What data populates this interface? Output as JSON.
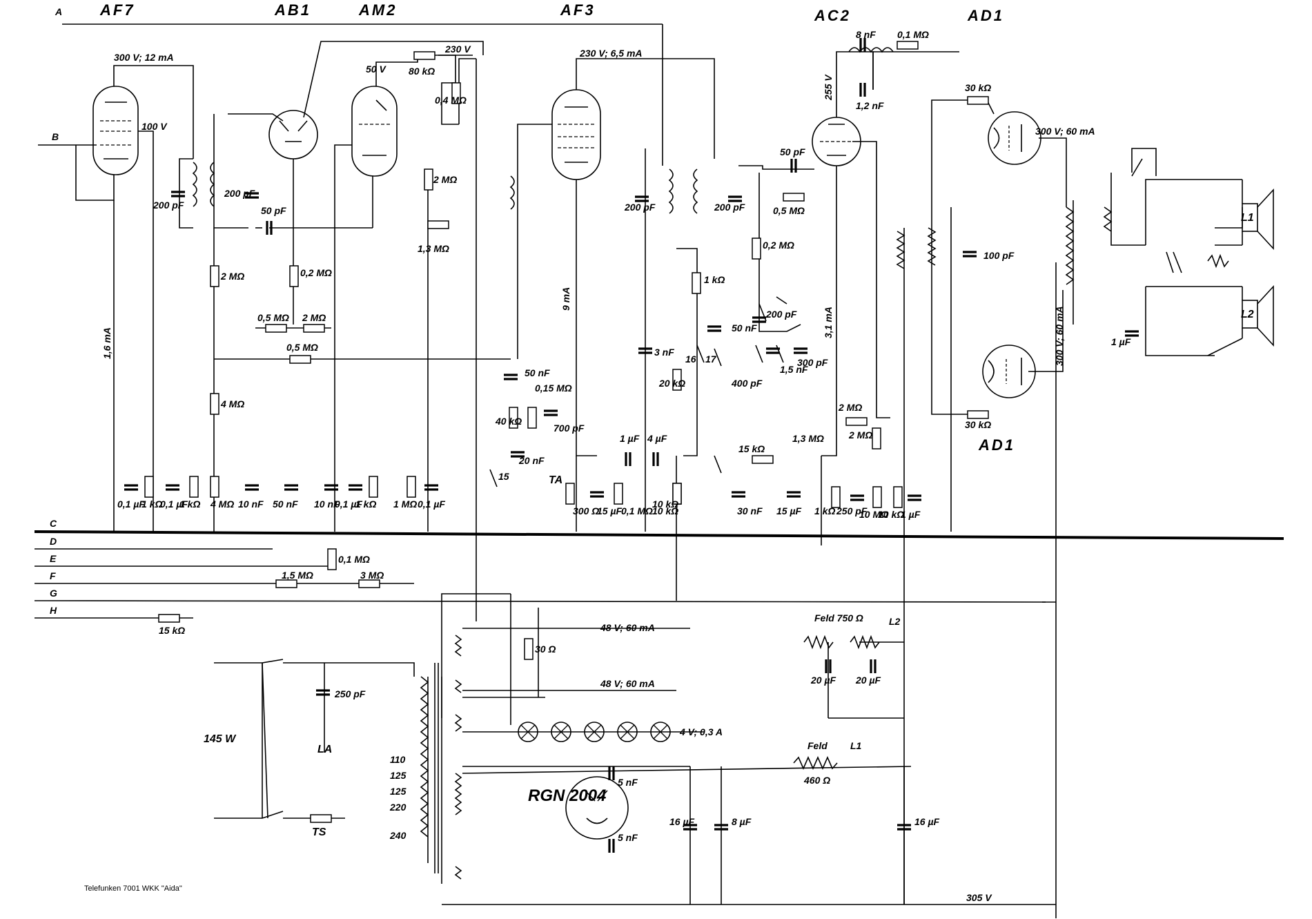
{
  "title": "Telefunken 7001 WKK \"Aida\"",
  "tubes": {
    "af7": "AF7",
    "ab1": "AB1",
    "am2": "AM2",
    "af3": "AF3",
    "ac2": "AC2",
    "ad1_top": "AD1",
    "ad1_bottom": "AD1",
    "rectifier": "RGN 2004"
  },
  "bus_lines": [
    "A",
    "B",
    "C",
    "D",
    "E",
    "F",
    "G",
    "H"
  ],
  "labels": {
    "af7_anode": "300 V; 12 mA",
    "af7_screen": "100 V",
    "af7_current": "1,6 mA",
    "am2_anode": "50 V",
    "am2_supply": "230 V",
    "r80k": "80 kΩ",
    "r04m": "0,4 MΩ",
    "r2m_am2": "2 MΩ",
    "r13m_am2": "1,3 MΩ",
    "c200_left": "200 pF",
    "c200_mid": "200 pF",
    "c50pf_ab1": "50 pF",
    "r2m_left": "2 MΩ",
    "r02m_ab1": "0,2 MΩ",
    "r05m_a": "0,5 MΩ",
    "r2m_b": "2 MΩ",
    "r05m_b": "0,5 MΩ",
    "r4m": "4 MΩ",
    "af3_anode": "230 V; 6,5 mA",
    "af3_current": "9 mA",
    "c50nf": "50 nF",
    "r015m": "0,15 MΩ",
    "r40k": "40 kΩ",
    "c700": "700 pF",
    "c20nf": "20 nF",
    "sw15a": "15",
    "ta": "TA",
    "c200_af3a": "200 pF",
    "c200_af3b": "200 pF",
    "c3nf": "3 nF",
    "r1k_af3": "1 kΩ",
    "c50pf_af3": "50 nF",
    "sw16": "16",
    "sw17": "17",
    "r20k": "20 kΩ",
    "c1uf_a": "1 µF",
    "c4uf": "4 µF",
    "r10k_af3": "10 kΩ",
    "ac2_anode": "255 V",
    "c8nf": "8 nF",
    "r01m_top": "0,1 MΩ",
    "c12nf": "1,2 nF",
    "c50pf_ac2": "50 pF",
    "r05m_ac2": "0,5 MΩ",
    "r02m_ac2": "0,2 MΩ",
    "c200_ac2": "200 pF",
    "c400": "400 pF",
    "c15nf": "1,5 nF",
    "c300": "300 pF",
    "ac2_current": "3,1 mA",
    "r15k": "15 kΩ",
    "r13m_ac2": "1,3 MΩ",
    "r2m_ac2": "2 MΩ",
    "r2m_ac2b": "2 MΩ",
    "r30k_top": "30 kΩ",
    "r30k_bottom": "30 kΩ",
    "ad1_anode": "300 V; 60 mA",
    "c100": "100 pF",
    "out_v": "300 V; 60 mA",
    "c1uf_spk": "1 µF",
    "l1": "L1",
    "l2": "L2",
    "bottom_row": [
      "0,1 µF",
      "1 kΩ",
      "0,1 µF",
      "1 kΩ",
      "4 MΩ",
      "10 nF",
      "50 nF",
      "10 nF",
      "0,1 µF",
      "1 kΩ",
      "1 MΩ",
      "0,1 µF",
      "300 Ω",
      "15 µF",
      "0,1 MΩ",
      "10 kΩ",
      "30 nF",
      "15 µF",
      "1 kΩ",
      "250 pF",
      "10 MΩ",
      "10 kΩ",
      "1 µF"
    ],
    "r01m_e": "0,1 MΩ",
    "r15m_f": "1,5 MΩ",
    "r3m_f": "3 MΩ",
    "r15k_h": "15 kΩ",
    "power": "145 W",
    "c250": "250 pF",
    "la": "LA",
    "ts": "TS",
    "taps": [
      "110",
      "125",
      "125",
      "220",
      "240"
    ],
    "winding1": "48 V; 60 mA",
    "r30": "30 Ω",
    "winding2": "48 V; 60 mA",
    "lamps": "4 V; 0,3 A",
    "c5nf_a": "5 nF",
    "c5nf_b": "5 nF",
    "c16uf_a": "16 µF",
    "c8uf": "8 µF",
    "c16uf_b": "16 µF",
    "feld_l2": "Feld 750 Ω",
    "l2_tag": "L2",
    "c20uf_a": "20 µF",
    "c20uf_b": "20 µF",
    "feld_l1": "Feld",
    "l1_tag": "L1",
    "r460": "460 Ω",
    "v305": "305 V"
  }
}
